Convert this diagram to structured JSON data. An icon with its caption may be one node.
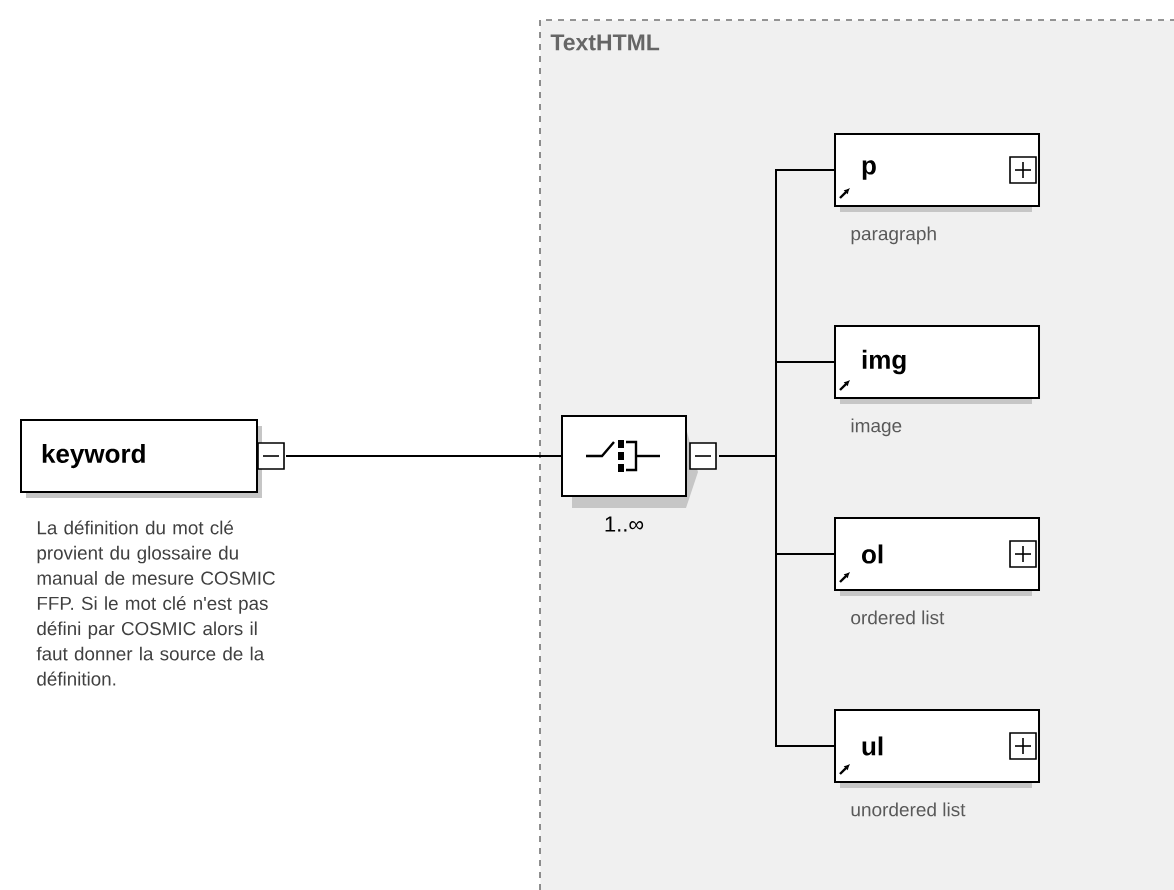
{
  "diagram": {
    "nodes": [
      {
        "text": [
          "TextHTML"
        ]
      },
      {
        "text": [
          "keyword"
        ],
        "beside": [
          "La définition du mot clé provient du glossaire du manual de mesure COSMIC FFP. Si le mot clé n'est pas défini par COSMIC alors il faut donner la source de la définition."
        ]
      },
      {
        "text": [],
        "shape": "octagon",
        "in": 0,
        "beside": [
          "1..∞"
        ]
      },
      {
        "text": [
          "p"
        ],
        "in": 0,
        "beside": [
          "paragraph"
        ]
      },
      {
        "text": [
          "img"
        ],
        "in": 0,
        "beside": [
          "image"
        ]
      },
      {
        "text": [
          "ol"
        ],
        "in": 0,
        "beside": [
          "ordered list"
        ]
      },
      {
        "text": [
          "ul"
        ],
        "in": 0,
        "beside": [
          "unordered list"
        ]
      }
    ],
    "edges": [
      {
        "from": 1,
        "to": 2,
        "arrow": "none"
      },
      {
        "from": 2,
        "to": 3,
        "arrow": "none"
      },
      {
        "from": 2,
        "to": 4,
        "arrow": "none"
      },
      {
        "from": 2,
        "to": 5,
        "arrow": "none"
      },
      {
        "from": 2,
        "to": 6,
        "arrow": "none"
      }
    ]
  }
}
